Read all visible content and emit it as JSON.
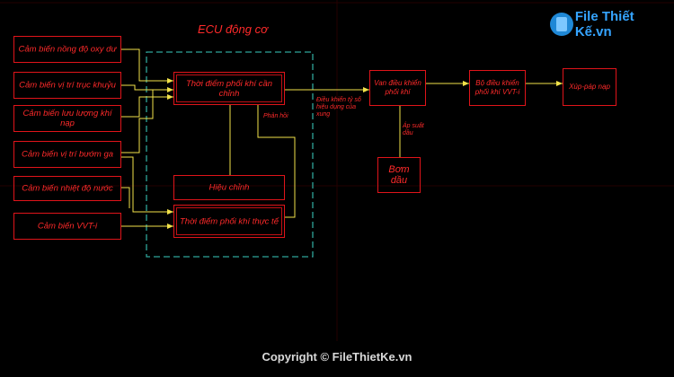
{
  "ecu_title": "ECU động cơ",
  "sensors": [
    "Cảm biến nồng độ oxy dư",
    "Cảm biến vị trí trục khuỷu",
    "Cảm biến lưu lượng khí nạp",
    "Cảm biến vị trí bướm ga",
    "Cảm biến nhiệt độ nước",
    "Cảm biến VVT-i"
  ],
  "ecu_blocks": {
    "target_timing": "Thời điểm phối khí cần chỉnh",
    "correction": "Hiệu chỉnh",
    "actual_timing": "Thời điểm phối khí thực tế"
  },
  "chain": {
    "control_valve": "Van điều khiển phối khí",
    "vvt_controller": "Bộ điều khiển phối khí VVT-i",
    "intake_valve": "Xúp-páp nạp",
    "oil_pump": "Bơm dầu"
  },
  "annotations": {
    "feedback": "Phản hồi",
    "duty_signal": "Điều khiển tỷ số hiệu dụng của xung",
    "oil_pressure": "Áp suất dầu"
  },
  "watermark": {
    "logo": "File Thiết Kế.vn",
    "copyright": "Copyright © FileThietKe.vn"
  },
  "colors": {
    "background": "#000000",
    "box_border": "#e0141a",
    "text": "#ff2a2a",
    "signal_line": "#f2e24a",
    "ecu_dashed": "#2fa59a",
    "grid": "#2a0000"
  }
}
